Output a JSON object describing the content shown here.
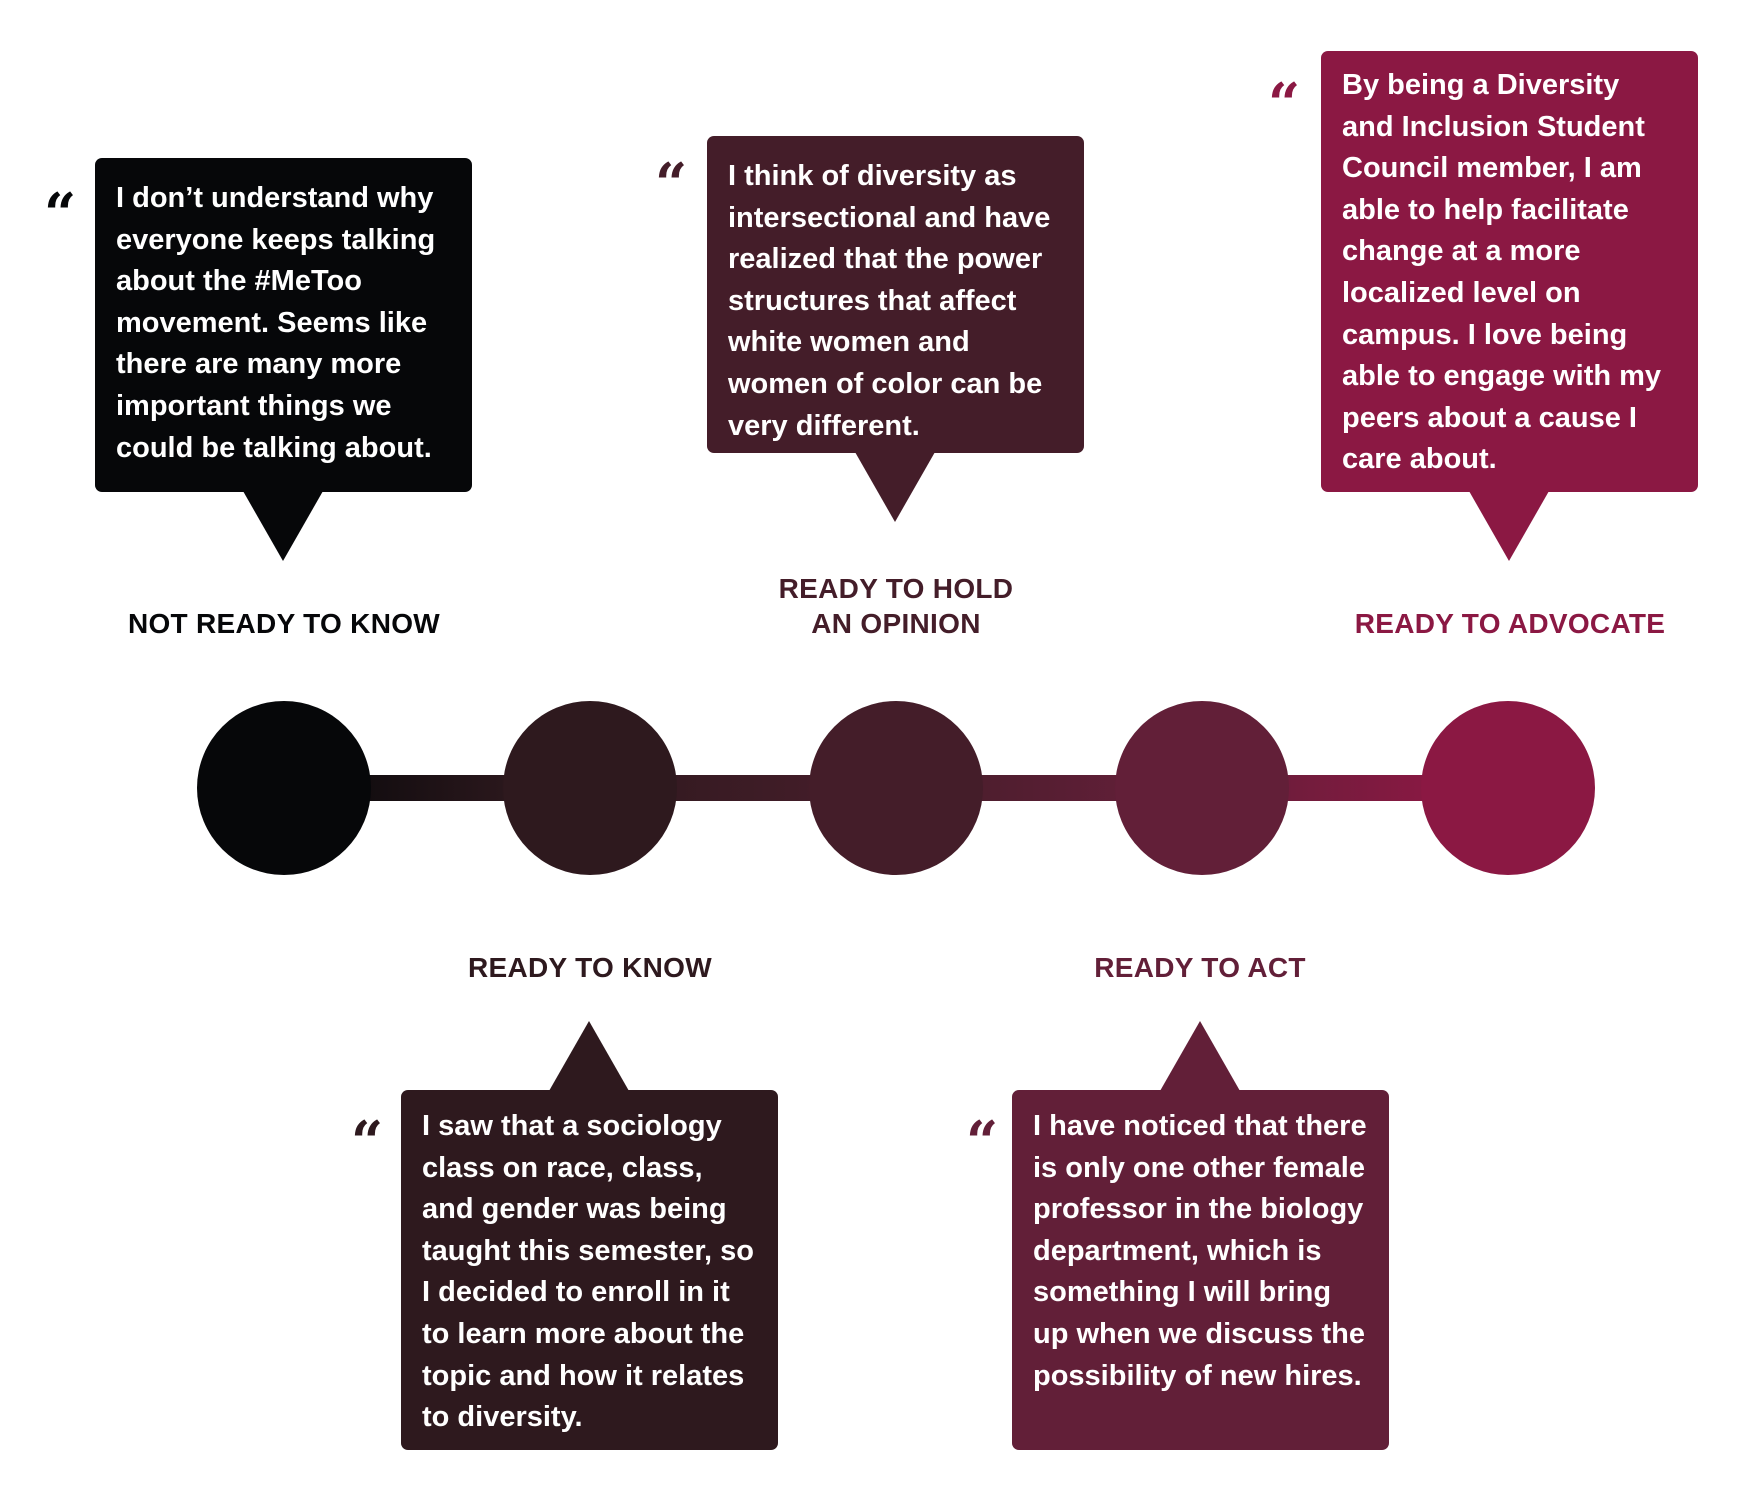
{
  "colors": {
    "stage1": "#060709",
    "stage2": "#2e191e",
    "stage3": "#441d29",
    "stage4": "#621f38",
    "stage5": "#8b1843"
  },
  "stages": [
    {
      "label": "NOT READY TO KNOW",
      "quote": "I don’t understand why everyone keeps talking about the #MeToo movement. Seems like there are many more important things we could be talking about."
    },
    {
      "label": "READY TO KNOW",
      "quote": "I saw that a sociology class on race, class, and gender was being taught this semester, so I decided to enroll in it to learn more about the topic and how it relates to diversity."
    },
    {
      "label": "READY TO HOLD AN OPINION",
      "quote": "I think of diversity as intersectional and have realized that the power structures that affect white women and women of color can be very different."
    },
    {
      "label": "READY TO ACT",
      "quote": "I have noticed that there is only one other female professor in the biology department, which is something I will bring up when we discuss the possibility of new hires."
    },
    {
      "label": "READY TO ADVOCATE",
      "quote": "By being a Diversity and Inclusion Student Council member, I am able to help facilitate change at a more localized level on campus. I love being able to engage with my peers about a cause I care about."
    }
  ],
  "quote_mark": "“"
}
